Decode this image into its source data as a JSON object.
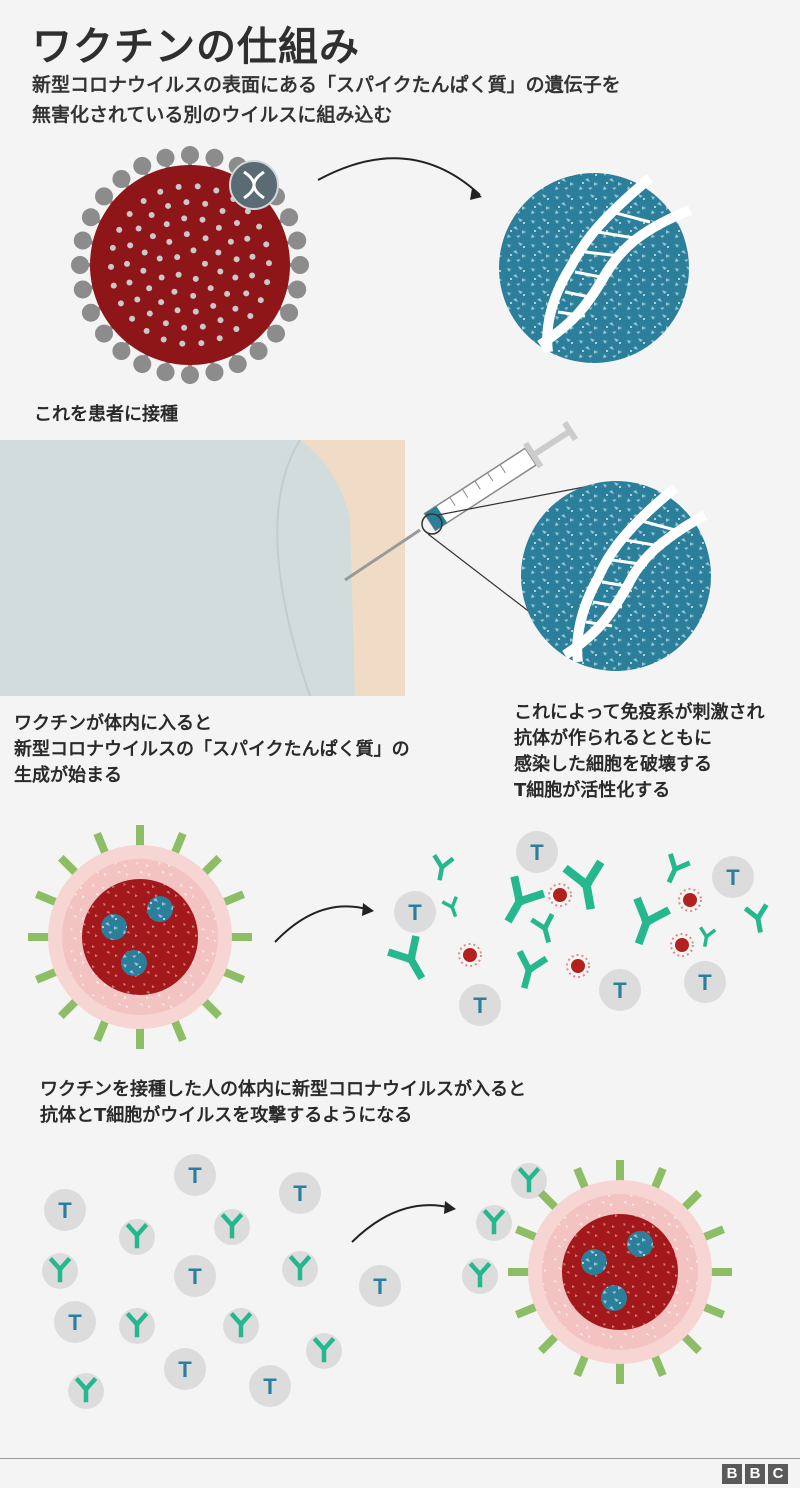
{
  "title": "ワクチンの仕組み",
  "subtitle_lines": [
    "新型コロナウイルスの表面にある「スパイクたんぱく質」の遺伝子を",
    "無害化されている別のウイルスに組み込む"
  ],
  "step2_caption": "これを患者に接種",
  "step3_left_lines": [
    "ワクチンが体内に入ると",
    "新型コロナウイルスの「スパイクたんぱく質」の",
    "生成が始まる"
  ],
  "step3_right_lines": [
    "これによって免疫系が刺激され",
    "抗体が作られるとともに",
    "感染した細胞を破壊する",
    "T細胞が活性化する"
  ],
  "step4_lines": [
    "ワクチンを接種した人の体内に新型コロナウイルスが入ると",
    "抗体とT細胞がウイルスを攻撃するようになる"
  ],
  "t_cell_label": "T",
  "logo_letters": [
    "B",
    "B",
    "C"
  ],
  "colors": {
    "virus_red": "#8e1618",
    "virus_spike": "#8c8c8c",
    "carrier_teal": "#2b7f9a",
    "antibody_green": "#25b88f",
    "infected_pink": "#f3c6c3",
    "spike_green": "#8dbd64",
    "t_cell_bg": "#dcdcdc",
    "t_cell_text": "#2b7f9a"
  }
}
